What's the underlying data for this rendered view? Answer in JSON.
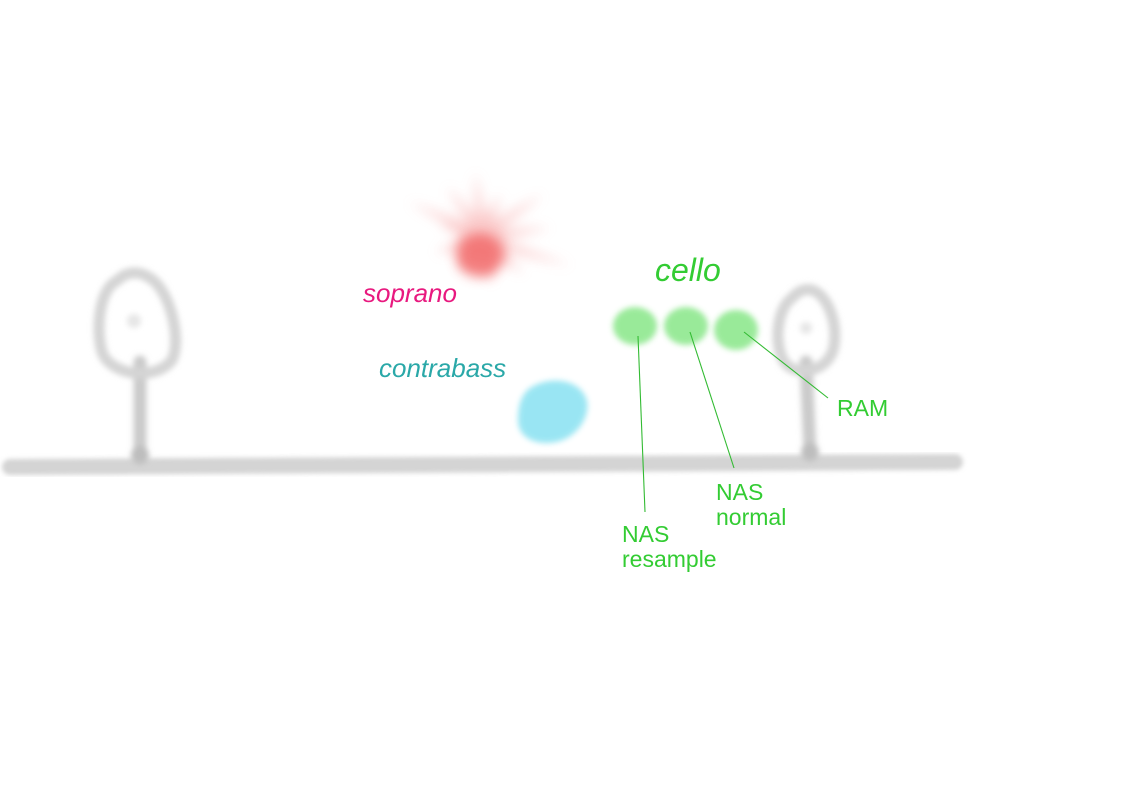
{
  "labels": {
    "soprano": "soprano",
    "contrabass": "contrabass",
    "cello": "cello",
    "ram": "RAM",
    "nas_normal_line1": "NAS",
    "nas_normal_line2": "normal",
    "nas_resample_line1": "NAS",
    "nas_resample_line2": "resample"
  },
  "colors": {
    "soprano": "#e8197f",
    "contrabass": "#2aa8a8",
    "cello": "#33cc33",
    "soprano_blob": "#f47a7a",
    "contrabass_blob": "#8fe3f2",
    "cello_blob": "#8fe88f",
    "ground": "#cfcfcf"
  }
}
